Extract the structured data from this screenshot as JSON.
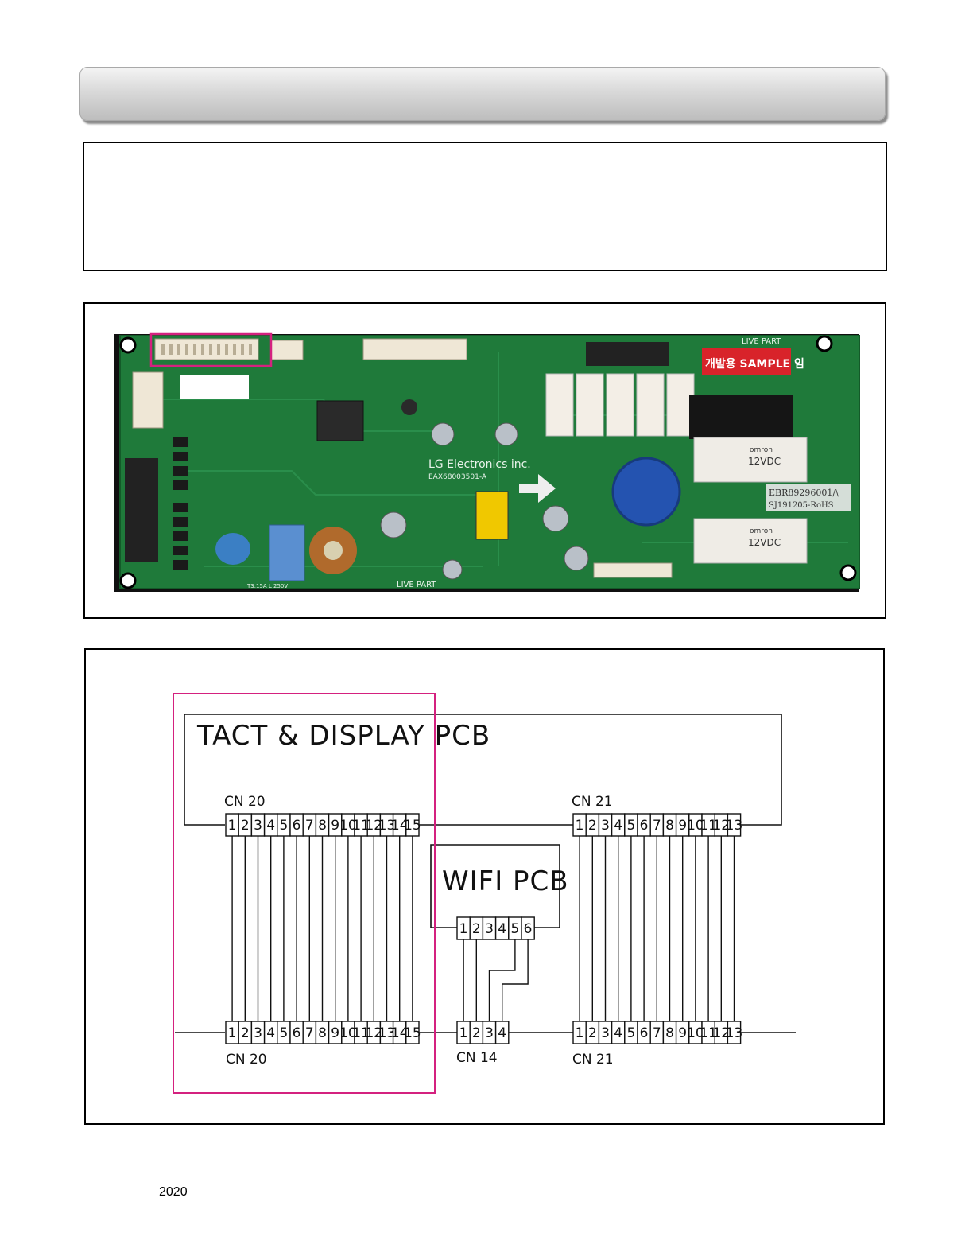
{
  "footer": {
    "year": "2020"
  },
  "photo": {
    "board_text": {
      "brand": "LG Electronics inc.",
      "part_no": "EAX68003501-A",
      "sample_sticker": "개발용 SAMPLE 임",
      "live_part_top": "LIVE PART",
      "live_part_bottom": "LIVE PART",
      "ebr_label": "EBR89296001/\\",
      "rohs_label": "SJ191205-RoHS",
      "relay1_brand": "omron",
      "relay1_voltage": "12VDC",
      "relay2_brand": "omron",
      "relay2_voltage": "12VDC",
      "fuse_label": "T3.15A L 250V"
    }
  },
  "diagram": {
    "tact_title": "TACT & DISPLAY PCB",
    "wifi_title": "WIFI PCB",
    "cn20_top_label": "CN 20",
    "cn21_top_label": "CN 21",
    "cn20_bottom_label": "CN 20",
    "cn14_label": "CN 14",
    "cn21_bottom_label": "CN 21",
    "cn20_pins": [
      "1",
      "2",
      "3",
      "4",
      "5",
      "6",
      "7",
      "8",
      "9",
      "10",
      "11",
      "12",
      "13",
      "14",
      "15"
    ],
    "cn21_pins": [
      "1",
      "2",
      "3",
      "4",
      "5",
      "6",
      "7",
      "8",
      "9",
      "10",
      "11",
      "12",
      "13"
    ],
    "wifi_pins": [
      "1",
      "2",
      "3",
      "4",
      "5",
      "6"
    ],
    "cn14_pins": [
      "1",
      "2",
      "3",
      "4"
    ]
  },
  "colors": {
    "highlight": "#d4217f",
    "pcb_green": "#1f7a3a"
  }
}
